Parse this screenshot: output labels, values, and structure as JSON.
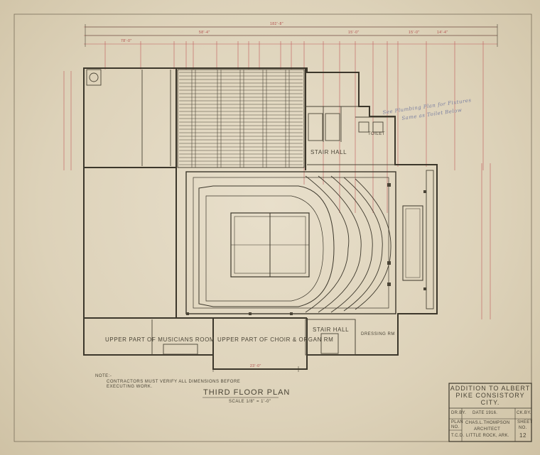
{
  "drawing": {
    "title": "THIRD FLOOR PLAN",
    "scale": "SCALE 1/8\" = 1'-0\""
  },
  "rooms": {
    "musicians": "UPPER PART OF MUSICIANS ROOM",
    "choir": "UPPER PART OF CHOIR & ORGAN RM",
    "stair_hall_top": "STAIR HALL",
    "stair_hall_bottom": "STAIR HALL",
    "toilet": "TOILET",
    "dressing": "DRESSING RM"
  },
  "notes": {
    "header": "NOTE:-",
    "line1": "CONTRACTORS MUST VERIFY ALL DIMENSIONS BEFORE",
    "line2": "EXECUTING WORK."
  },
  "pencil_note": {
    "line1": "See Plumbing Plan for Fixtures",
    "line2": "Same as Toilet Below"
  },
  "dimensions": {
    "overall": "182'-8\"",
    "d1": "58'-4\"",
    "d2": "78'-0\"",
    "d3": "15'-0\"",
    "d4": "15'-0\"",
    "d5": "14'-4\"",
    "bottom": "23'-0\""
  },
  "title_block": {
    "line1": "ADDITION TO ALBERT",
    "line2": "PIKE CONSISTORY",
    "line3": "CITY.",
    "dr_by_label": "DR.BY.",
    "date": "DATE 1916.",
    "ck_label": "CK.BY.",
    "plan_label": "PLAN",
    "no_label": "NO.",
    "architect_name": "CHAS.L.THOMPSON",
    "architect_title": "ARCHITECT",
    "location": "LITTLE ROCK, ARK.",
    "tcd_label": "T.C.D.",
    "sheet_label": "SHEET",
    "sheet_no_label": "NO.",
    "sheet_number": "12"
  },
  "colors": {
    "paper": "#ddd2bb",
    "ink": "#4a4436",
    "red_dimension": "#c05a5a",
    "pencil": "#7a7fa0"
  }
}
